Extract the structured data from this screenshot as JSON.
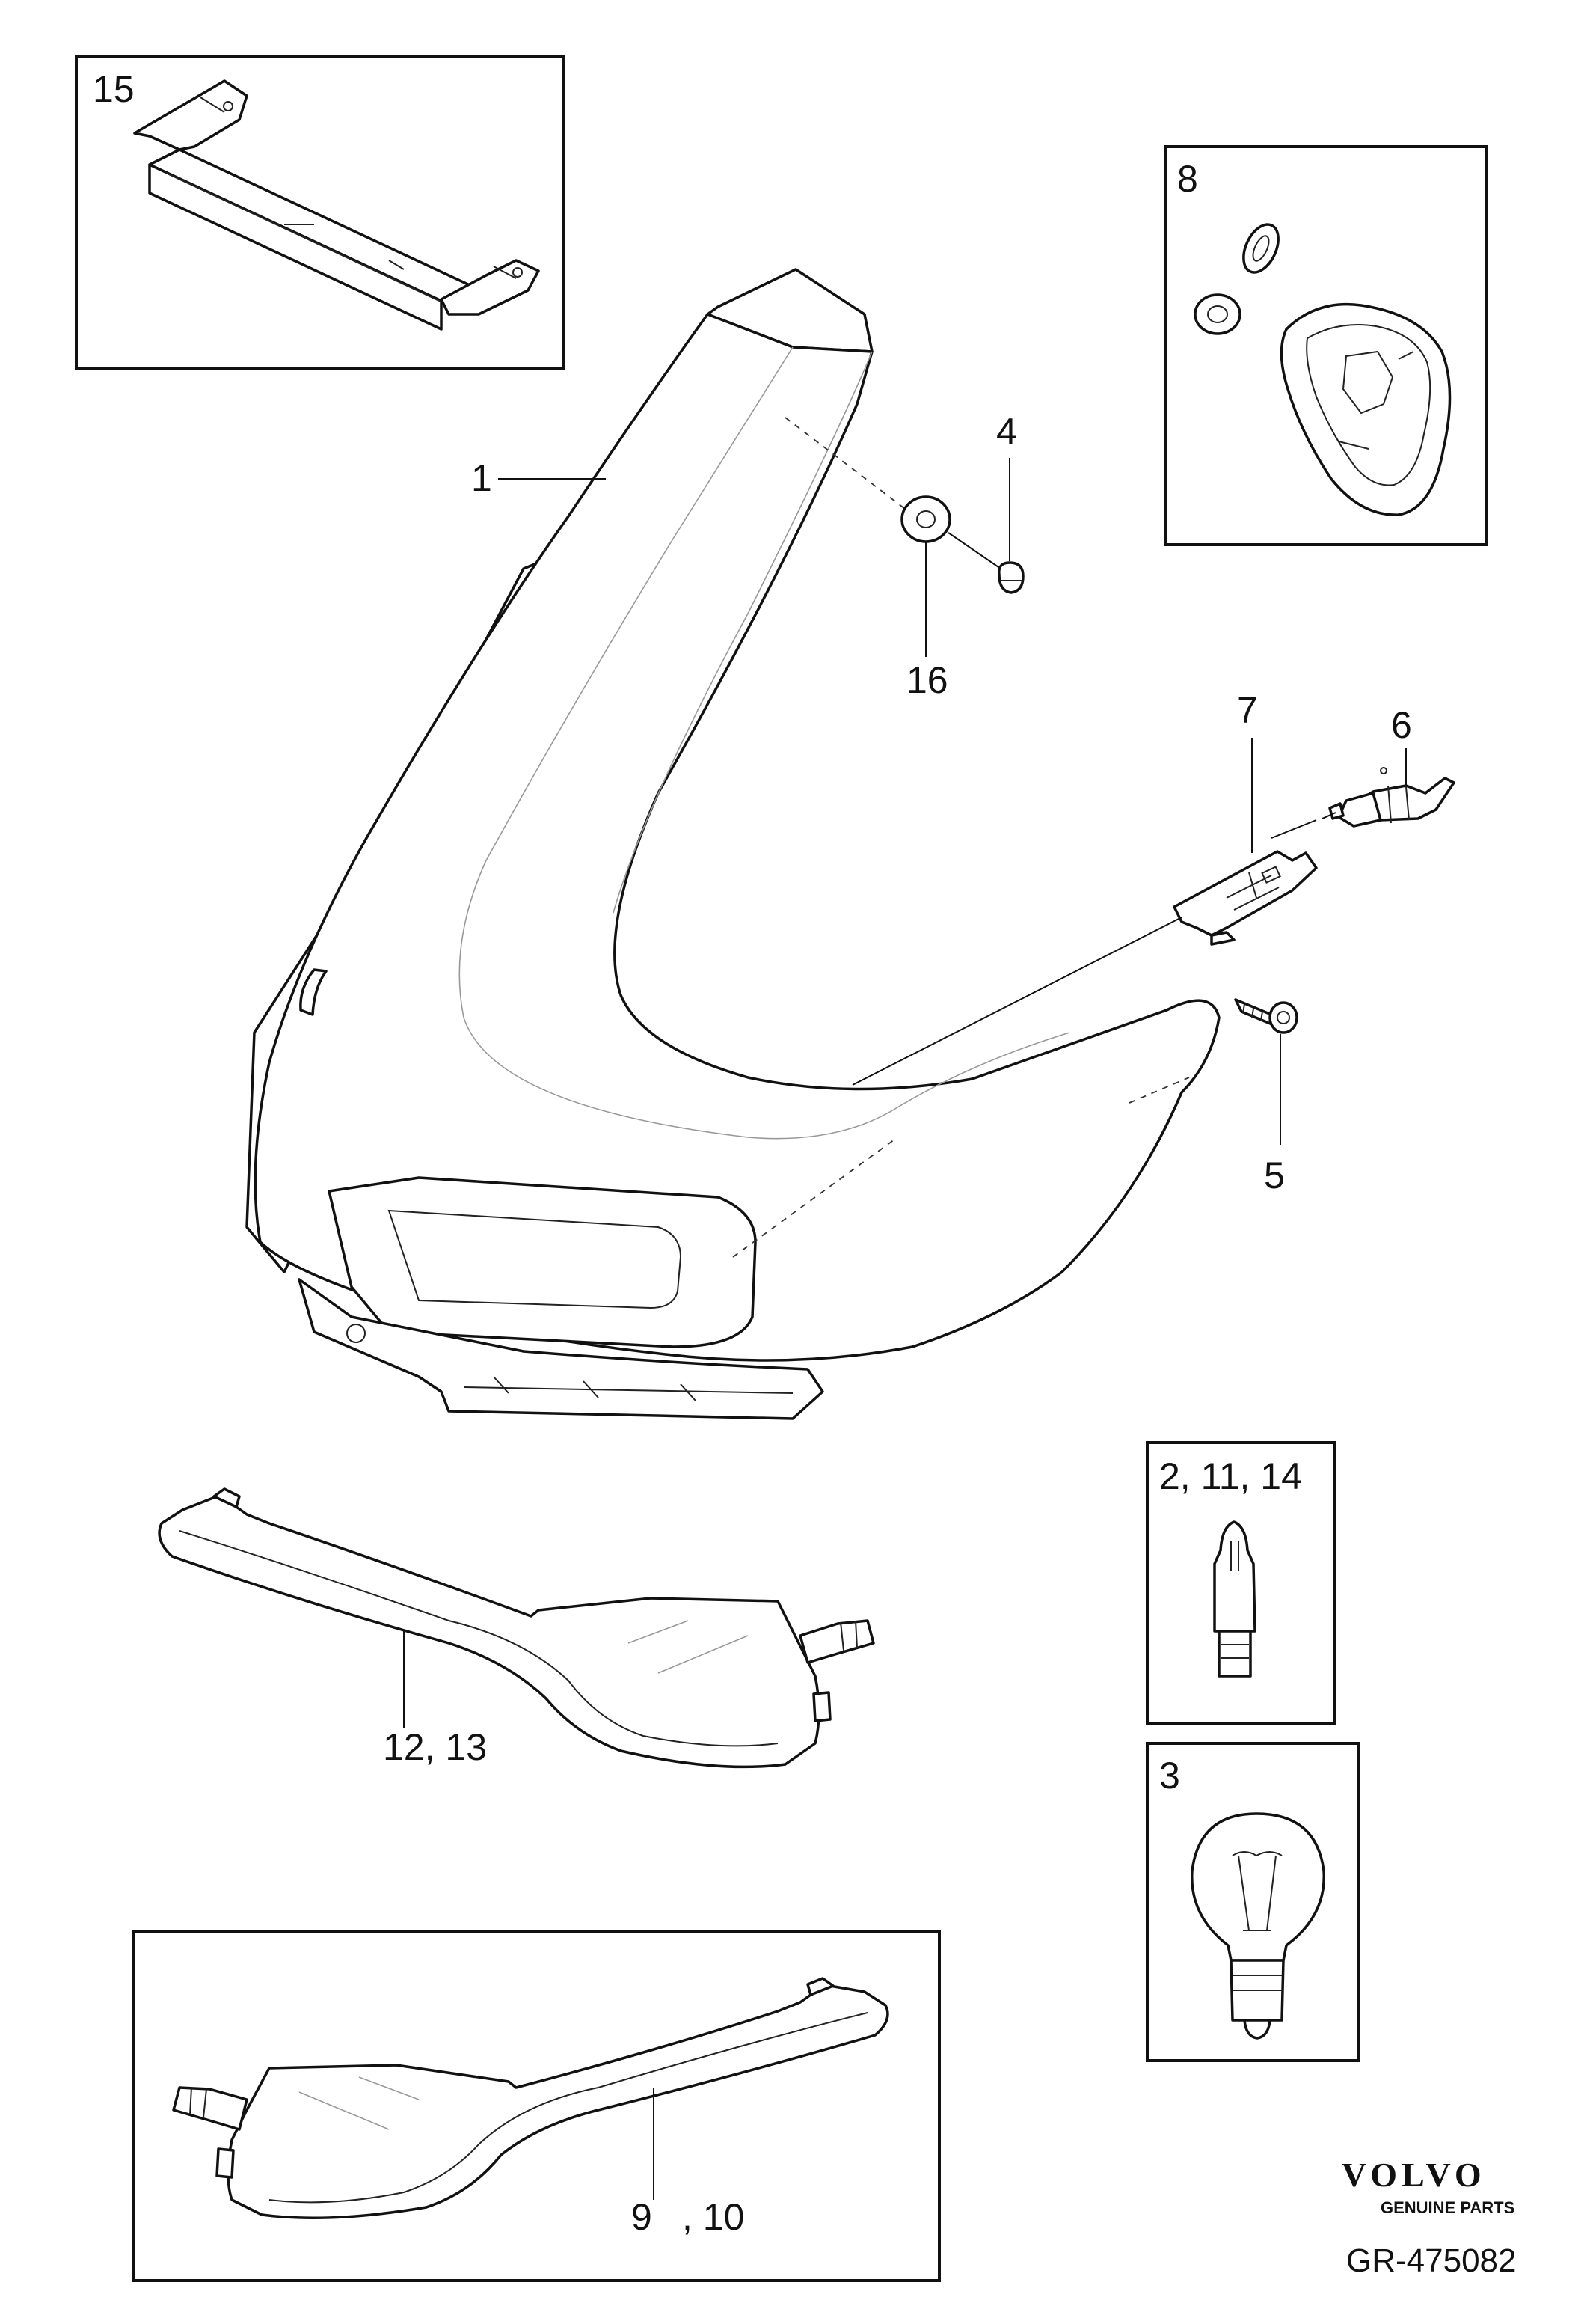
{
  "callouts": {
    "c15": "15",
    "c8": "8",
    "c1": "1",
    "c4": "4",
    "c16": "16",
    "c6": "6",
    "c7": "7",
    "c5": "5",
    "c2_11_14": "2, 11, 14",
    "c12_13": "12, 13",
    "c3": "3",
    "c9": "9",
    "c10": ", 10"
  },
  "brand": {
    "name": "VOLVO",
    "tagline": "GENUINE PARTS"
  },
  "reference_code": "GR-475082"
}
